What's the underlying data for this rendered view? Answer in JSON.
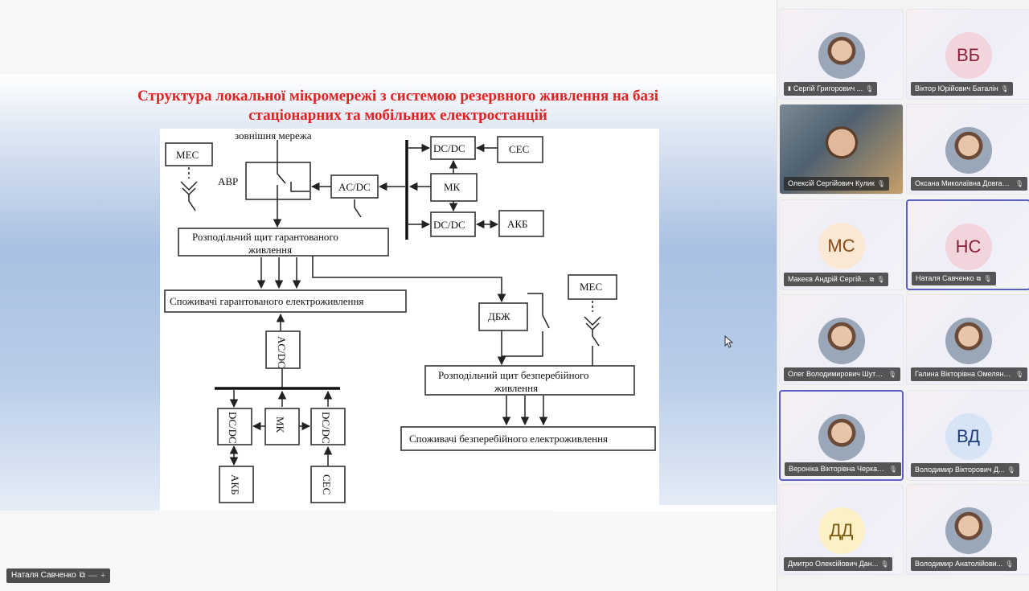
{
  "slide": {
    "title_line1": "Структура локальної мікромережі з системою резервного  живлення на базі",
    "title_line2": "стаціонарних та мобільних електростанцій",
    "diagram": {
      "external_grid": "зовнішня мережа",
      "mes_top": "МЕС",
      "avr": "АВР",
      "acdc_top": "AC/DC",
      "dcdc_1": "DC/DC",
      "ses_top": "СЕС",
      "mk_top": "МК",
      "dcdc_2": "DC/DC",
      "akb_top": "АКБ",
      "guaranteed_board_line1": "Розподільчий щит гарантованого",
      "guaranteed_board_line2": "живлення",
      "guaranteed_consumers": "Споживачі гарантованого електроживлення",
      "mes_right": "МЕС",
      "dbzh": "ДБЖ",
      "acdc_bottom": "AC/DC",
      "ups_board_line1": "Розподільчий щит  безперебійного",
      "ups_board_line2": "живлення",
      "ups_consumers": "Споживачі безперебійного електроживлення",
      "dcdc_3": "DC/DC",
      "mk_bottom": "МК",
      "dcdc_4": "DC/DC",
      "akb_bottom": "АКБ",
      "ses_bottom": "СЕС"
    }
  },
  "presenter": {
    "name": "Наталя Савченко",
    "minimize": "—",
    "add": "+"
  },
  "participants": [
    {
      "name": "Сергій Григорович ...",
      "initials": "",
      "icon": "photo-avatar",
      "active": false,
      "signal_icon": true
    },
    {
      "name": "Віктор Юрійович Баталін",
      "initials": "ВБ",
      "color": "#f2d4dc",
      "text_color": "#8a1f3d",
      "active": false
    },
    {
      "name": "Олексій Сергійович Кулик",
      "initials": "",
      "icon": "video",
      "active": false
    },
    {
      "name": "Оксана Миколаївна Довгалюк",
      "initials": "",
      "icon": "photo-avatar",
      "active": false
    },
    {
      "name": "Макеєв Андрій Сергій...",
      "initials": "МС",
      "color": "#fbe8d4",
      "text_color": "#8a4a16",
      "active": false,
      "share_icon": true
    },
    {
      "name": "Наталя Савченко",
      "initials": "НС",
      "color": "#f2d4dc",
      "text_color": "#8a1f3d",
      "active": true,
      "share_icon": true
    },
    {
      "name": "Олег Володимирович Шутенко",
      "initials": "",
      "icon": "photo-avatar",
      "active": false
    },
    {
      "name": "Галина Вікторівна Омеляненко",
      "initials": "",
      "icon": "photo-avatar",
      "active": false
    },
    {
      "name": "Вероніка Вікторівна Черкаши...",
      "initials": "",
      "icon": "photo-avatar",
      "active": true
    },
    {
      "name": "Володимир Вікторович Д...",
      "initials": "ВД",
      "color": "#d6e4f5",
      "text_color": "#1f3f78",
      "active": false
    },
    {
      "name": "Дмитро Олексійович Дан...",
      "initials": "ДД",
      "color": "#fbf0c6",
      "text_color": "#7a5a0a",
      "active": false
    },
    {
      "name": "Володимир Анатолійови...",
      "initials": "",
      "icon": "photo-avatar",
      "active": false
    }
  ]
}
